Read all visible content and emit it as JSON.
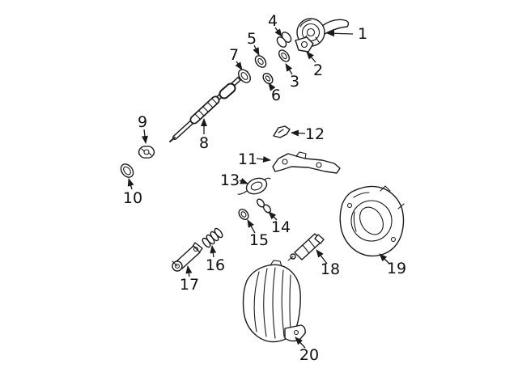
{
  "diagram": {
    "figure_type": "exploded parts diagram",
    "background_color": "#ffffff",
    "line_color": "#1a1a1a",
    "part_labels": [
      {
        "text": "1"
      },
      {
        "text": "2"
      },
      {
        "text": "3"
      },
      {
        "text": "4"
      },
      {
        "text": "5"
      },
      {
        "text": "6"
      },
      {
        "text": "7"
      },
      {
        "text": "8"
      },
      {
        "text": "9"
      },
      {
        "text": "10"
      },
      {
        "text": "11"
      },
      {
        "text": "12"
      },
      {
        "text": "13"
      },
      {
        "text": "14"
      },
      {
        "text": "15"
      },
      {
        "text": "16"
      },
      {
        "text": "17"
      },
      {
        "text": "18"
      },
      {
        "text": "19"
      },
      {
        "text": "20"
      }
    ]
  }
}
